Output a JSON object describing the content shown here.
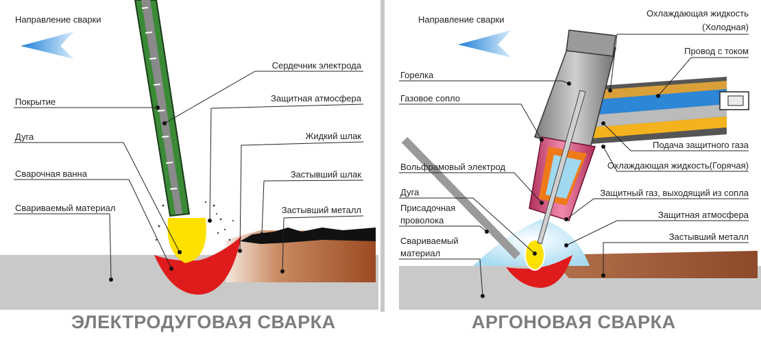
{
  "left": {
    "direction": "Направление сварки",
    "labels": {
      "core": "Сердечник электрода",
      "coating": "Покрытие",
      "atmosphere": "Защитная атмосфера",
      "arc": "Дуга",
      "liquid_slag": "Жидкий шлак",
      "pool": "Сварочная ванна",
      "solid_slag": "Застывший шлак",
      "material": "Свариваемый материал",
      "solid_metal": "Застывший металл"
    },
    "caption": "ЭЛЕКТРОДУГОВАЯ СВАРКА"
  },
  "right": {
    "direction": "Направление сварки",
    "labels": {
      "coolant_cold_1": "Охлаждающая жидкость",
      "coolant_cold_2": "(Холодная)",
      "wire": "Провод с током",
      "torch": "Горелка",
      "nozzle": "Газовое сопло",
      "gas_feed": "Подача защитного газа",
      "coolant_hot": "Охлаждающая жидкость(Горячая)",
      "tungsten": "Вольфрамовый электрод",
      "gas_out": "Защитный газ, выходящий из сопла",
      "arc": "Дуга",
      "filler_1": "Присадочная",
      "filler_2": "проволока",
      "atmosphere": "Защитная атмосфера",
      "material_1": "Свариваемый",
      "material_2": "материал",
      "solid_metal": "Застывший металл"
    },
    "caption": "АРГОНОВАЯ СВАРКА"
  }
}
